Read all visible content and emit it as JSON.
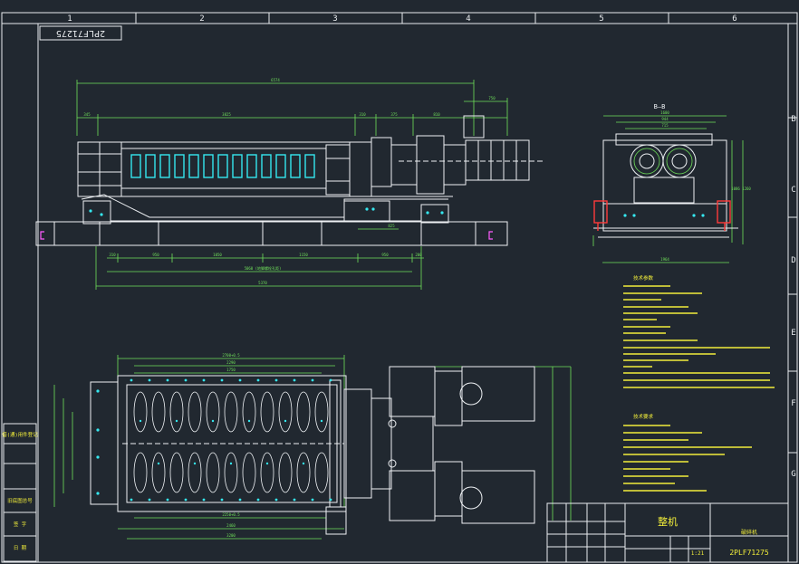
{
  "drawing": {
    "number": "2PLF71275",
    "column_labels": [
      "1",
      "2",
      "3",
      "4",
      "5",
      "6"
    ],
    "row_labels": [
      "B",
      "C",
      "D",
      "E",
      "F",
      "G"
    ],
    "section_label": "B—B",
    "title_block": {
      "name": "整机",
      "drawing_number": "2PLF71275",
      "scale": "1:21",
      "product": "破碎机"
    },
    "left_strip_labels": [
      "借(通)用件登记",
      "旧底图总号",
      "签 字",
      "日 期"
    ],
    "notes_title_1": "技术参数",
    "notes_title_2": "技术要求"
  },
  "colors": {
    "background": "#212830",
    "frame": "#e9ecef",
    "geometry": "#eef1f4",
    "dimension": "#6fe05a",
    "cyan": "#35e8f0",
    "yellow": "#f2ee3a",
    "red": "#ff3b3b",
    "magenta": "#ff5cff"
  }
}
